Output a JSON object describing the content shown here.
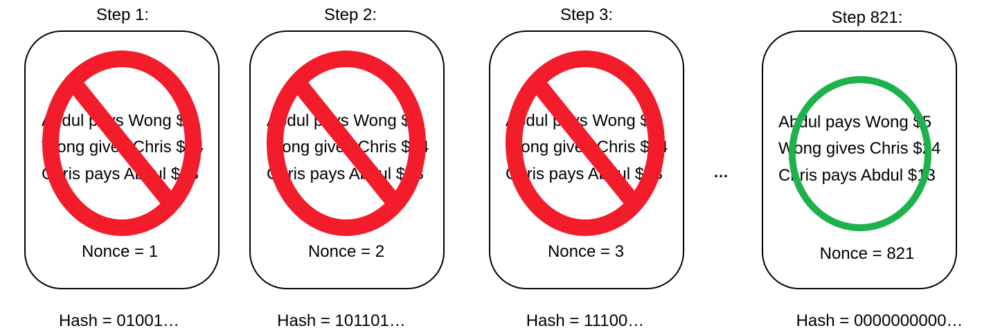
{
  "steps": [
    {
      "title": "Step 1:",
      "lines": [
        "Abdul pays Wong $5",
        "Wong gives Chris $24",
        "Chris pays Abdul $13"
      ],
      "nonce": "Nonce = 1",
      "hash": "Hash = 01001…",
      "status": "rejected"
    },
    {
      "title": "Step 2:",
      "lines": [
        "Abdul pays Wong $5",
        "Wong gives Chris $24",
        "Chris pays Abdul $13"
      ],
      "nonce": "Nonce = 2",
      "hash": "Hash = 101101…",
      "status": "rejected"
    },
    {
      "title": "Step 3:",
      "lines": [
        "Abdul pays Wong $5",
        "Wong gives Chris $24",
        "Chris pays Abdul $13"
      ],
      "nonce": "Nonce = 3",
      "hash": "Hash = 11100…",
      "status": "rejected"
    },
    {
      "title": "Step 821:",
      "lines": [
        "Abdul pays Wong $5",
        "Wong gives Chris $24",
        "Chris pays Abdul $13"
      ],
      "nonce": "Nonce = 821",
      "hash": "Hash = 0000000000…",
      "status": "accepted"
    }
  ],
  "ellipsis": "…",
  "colors": {
    "rejected": "#f21c2a",
    "accepted": "#1db24b",
    "border": "#000000"
  },
  "icons": {
    "rejected": "prohibited-icon",
    "accepted": "circle-check-icon"
  }
}
